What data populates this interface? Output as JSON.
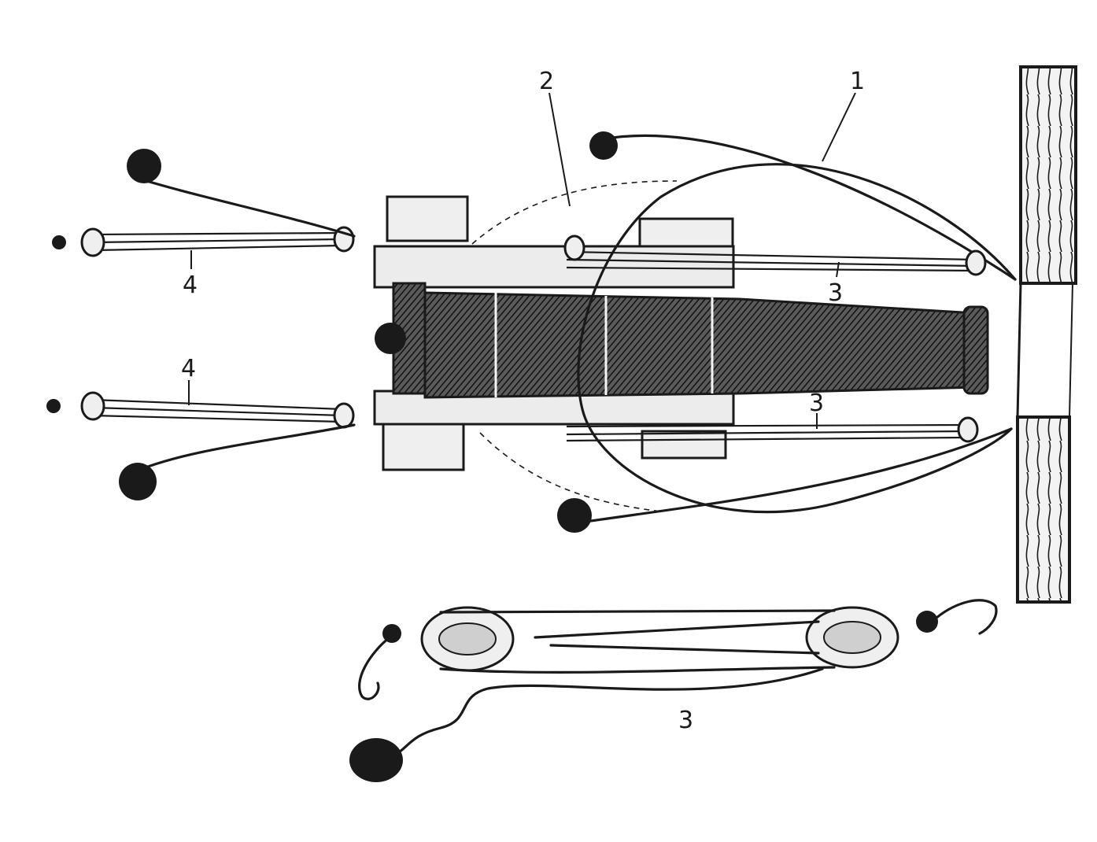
{
  "figure": {
    "labels": {
      "breeching": "1",
      "dashed_rope": "2",
      "side_tackle_upper": "3",
      "side_tackle_lower": "3",
      "tackle_detail": "3",
      "train_tackle_upper": "4",
      "train_tackle_lower": "4"
    }
  }
}
